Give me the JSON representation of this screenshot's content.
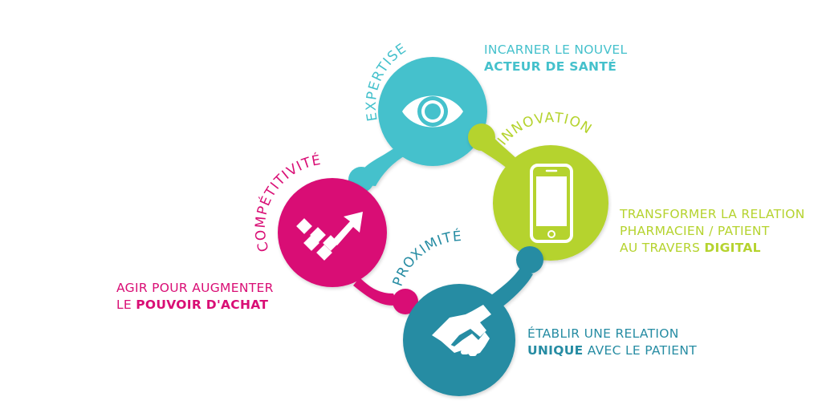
{
  "colors": {
    "expertise": "#45c1cc",
    "innovation": "#b5d32e",
    "competitivite": "#d90e75",
    "proximite": "#268ca3"
  },
  "nodes": {
    "expertise": {
      "label": "EXPERTISE",
      "icon": "eye-icon"
    },
    "innovation": {
      "label": "INNOVATION",
      "icon": "smartphone-icon"
    },
    "competitivite": {
      "label": "COMPÉTITIVITÉ",
      "icon": "growth-arrow-icon"
    },
    "proximite": {
      "label": "PROXIMITÉ",
      "icon": "handshake-icon"
    }
  },
  "descriptions": {
    "expertise": {
      "line1": "INCARNER LE NOUVEL",
      "line2_bold": "ACTEUR DE SANTÉ"
    },
    "innovation": {
      "line1": "TRANSFORMER LA RELATION",
      "line2": "PHARMACIEN / PATIENT",
      "line3": "AU TRAVERS ",
      "line3_bold": "DIGITAL"
    },
    "competitivite": {
      "line1": "AGIR POUR AUGMENTER",
      "line2": "LE ",
      "line2_bold": "POUVOIR D'ACHAT"
    },
    "proximite": {
      "line1": "ÉTABLIR UNE RELATION",
      "line2_bold": "UNIQUE",
      "line2": " AVEC LE PATIENT"
    }
  }
}
